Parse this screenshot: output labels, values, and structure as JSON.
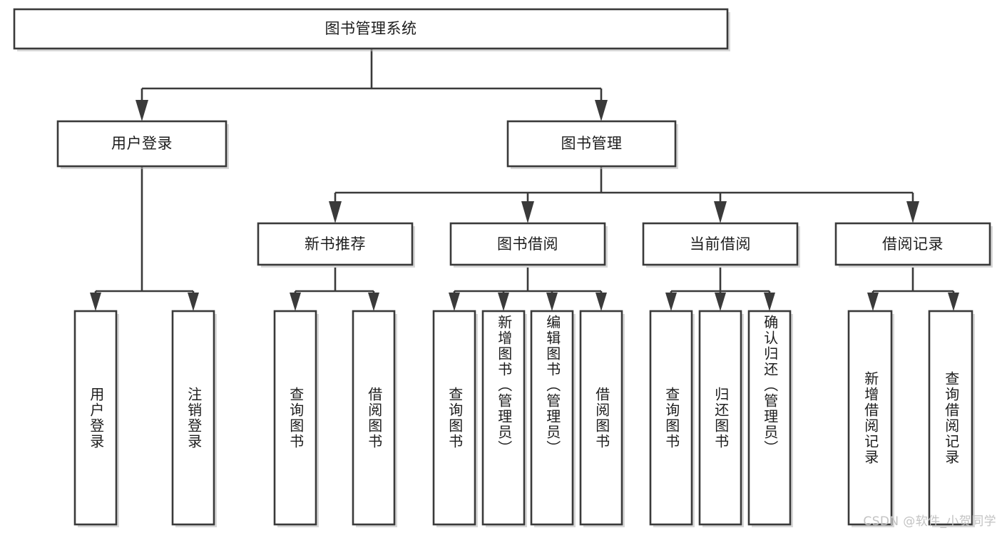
{
  "diagram": {
    "type": "tree-hierarchy",
    "title": "图书管理系统",
    "root": {
      "label": "图书管理系统",
      "orientation": "horizontal"
    },
    "level1": [
      {
        "label": "用户登录",
        "orientation": "horizontal"
      },
      {
        "label": "图书管理",
        "orientation": "horizontal"
      }
    ],
    "level2": [
      {
        "label": "新书推荐",
        "orientation": "horizontal",
        "parent": "图书管理"
      },
      {
        "label": "图书借阅",
        "orientation": "horizontal",
        "parent": "图书管理"
      },
      {
        "label": "当前借阅",
        "orientation": "horizontal",
        "parent": "图书管理"
      },
      {
        "label": "借阅记录",
        "orientation": "horizontal",
        "parent": "图书管理"
      }
    ],
    "leaves": [
      {
        "label": "用户登录",
        "orientation": "vertical",
        "parent": "用户登录"
      },
      {
        "label": "注销登录",
        "orientation": "vertical",
        "parent": "用户登录"
      },
      {
        "label": "查询图书",
        "orientation": "vertical",
        "parent": "新书推荐"
      },
      {
        "label": "借阅图书",
        "orientation": "vertical",
        "parent": "新书推荐"
      },
      {
        "label": "查询图书",
        "orientation": "vertical",
        "parent": "图书借阅"
      },
      {
        "label": "新增图书（管理员）",
        "orientation": "vertical",
        "parent": "图书借阅"
      },
      {
        "label": "编辑图书（管理员）",
        "orientation": "vertical",
        "parent": "图书借阅"
      },
      {
        "label": "借阅图书",
        "orientation": "vertical",
        "parent": "图书借阅"
      },
      {
        "label": "查询图书",
        "orientation": "vertical",
        "parent": "当前借阅"
      },
      {
        "label": "归还图书",
        "orientation": "vertical",
        "parent": "当前借阅"
      },
      {
        "label": "确认归还（管理员）",
        "orientation": "vertical",
        "parent": "当前借阅"
      },
      {
        "label": "新增借阅记录",
        "orientation": "vertical",
        "parent": "借阅记录"
      },
      {
        "label": "查询借阅记录",
        "orientation": "vertical",
        "parent": "借阅记录"
      }
    ],
    "colors": {
      "box_stroke": "#3a3a3a",
      "box_fill": "#ffffff",
      "connector": "#3a3a3a",
      "text": "#1d1d1d",
      "background": "#ffffff",
      "watermark": "#c3c3c3"
    }
  },
  "watermark": {
    "text": "CSDN @软件_小贺同学"
  }
}
